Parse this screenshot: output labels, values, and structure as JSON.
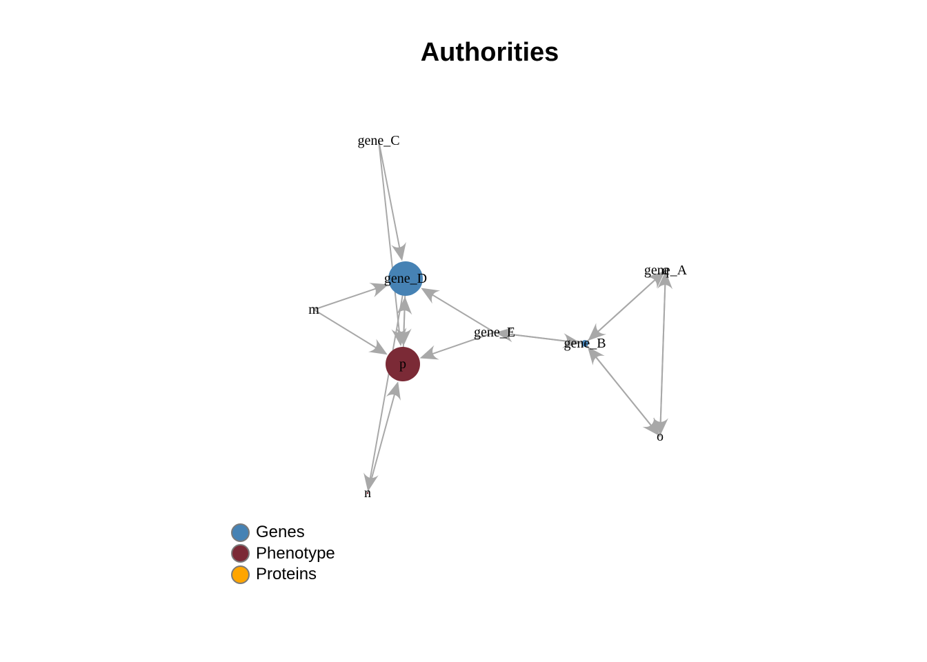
{
  "title": "Authorities",
  "colors": {
    "edge": "#a8a8a8",
    "genes": "#4682b4",
    "phenotype": "#7b2a36",
    "proteins": "#ffa500"
  },
  "legend": [
    {
      "label": "Genes",
      "color": "#4682b4"
    },
    {
      "label": "Phenotype",
      "color": "#7b2a36"
    },
    {
      "label": "Proteins",
      "color": "#ffa500"
    }
  ],
  "nodes": [
    {
      "id": "gene_C",
      "label": "gene_C",
      "group": "Genes",
      "size": 0
    },
    {
      "id": "gene_D",
      "label": "gene_D",
      "group": "Genes",
      "size": 1
    },
    {
      "id": "m",
      "label": "m",
      "group": "Phenotype",
      "size": 0
    },
    {
      "id": "p",
      "label": "p",
      "group": "Phenotype",
      "size": 1
    },
    {
      "id": "n",
      "label": "n",
      "group": "Phenotype",
      "size": 0.05
    },
    {
      "id": "gene_E",
      "label": "gene_E",
      "group": "Genes",
      "size": 0
    },
    {
      "id": "gene_B",
      "label": "gene_B",
      "group": "Genes",
      "size": 0.2
    },
    {
      "id": "gene_A",
      "label": "gene_A",
      "group": "Genes",
      "size": 0
    },
    {
      "id": "q",
      "label": "q",
      "group": "Phenotype",
      "size": 0
    },
    {
      "id": "o",
      "label": "o",
      "group": "Phenotype",
      "size": 0
    }
  ],
  "edges": [
    {
      "from": "gene_C",
      "to": "gene_D"
    },
    {
      "from": "gene_C",
      "to": "p"
    },
    {
      "from": "m",
      "to": "gene_D"
    },
    {
      "from": "m",
      "to": "p"
    },
    {
      "from": "gene_D",
      "to": "p"
    },
    {
      "from": "p",
      "to": "gene_D"
    },
    {
      "from": "gene_E",
      "to": "gene_D"
    },
    {
      "from": "gene_E",
      "to": "p"
    },
    {
      "from": "gene_E",
      "to": "gene_B"
    },
    {
      "from": "gene_B",
      "to": "gene_E"
    },
    {
      "from": "n",
      "to": "p"
    },
    {
      "from": "gene_D",
      "to": "n"
    },
    {
      "from": "gene_A",
      "to": "gene_B"
    },
    {
      "from": "gene_B",
      "to": "gene_A"
    },
    {
      "from": "gene_B",
      "to": "o"
    },
    {
      "from": "o",
      "to": "gene_B"
    },
    {
      "from": "gene_A",
      "to": "o"
    },
    {
      "from": "o",
      "to": "gene_A"
    }
  ]
}
